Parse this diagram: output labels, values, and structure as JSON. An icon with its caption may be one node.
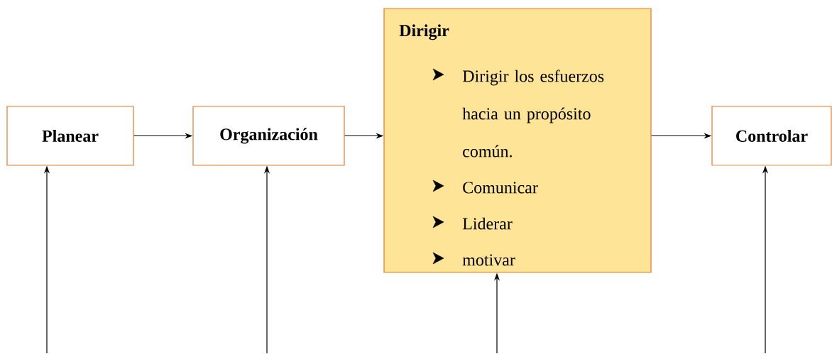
{
  "diagram": {
    "nodes": [
      {
        "text": [
          "Planear"
        ]
      },
      {
        "text": [
          "Organización"
        ]
      },
      {
        "text": [
          "Dirigir",
          "Dirigir los esfuerzos hacia un propósito común.",
          "Comunicar",
          "Liderar",
          "motivar"
        ]
      },
      {
        "text": [
          "Controlar"
        ]
      }
    ],
    "edges": [
      {
        "from": 0,
        "to": 1,
        "arrow": "to"
      },
      {
        "from": 1,
        "to": 2,
        "arrow": "to"
      },
      {
        "from": 2,
        "to": 3,
        "arrow": "to"
      },
      {
        "from": null,
        "to": 0,
        "arrow": "to"
      },
      {
        "from": null,
        "to": 1,
        "arrow": "to"
      },
      {
        "from": null,
        "to": 2,
        "arrow": "to"
      },
      {
        "from": null,
        "to": 3,
        "arrow": "to"
      }
    ]
  }
}
